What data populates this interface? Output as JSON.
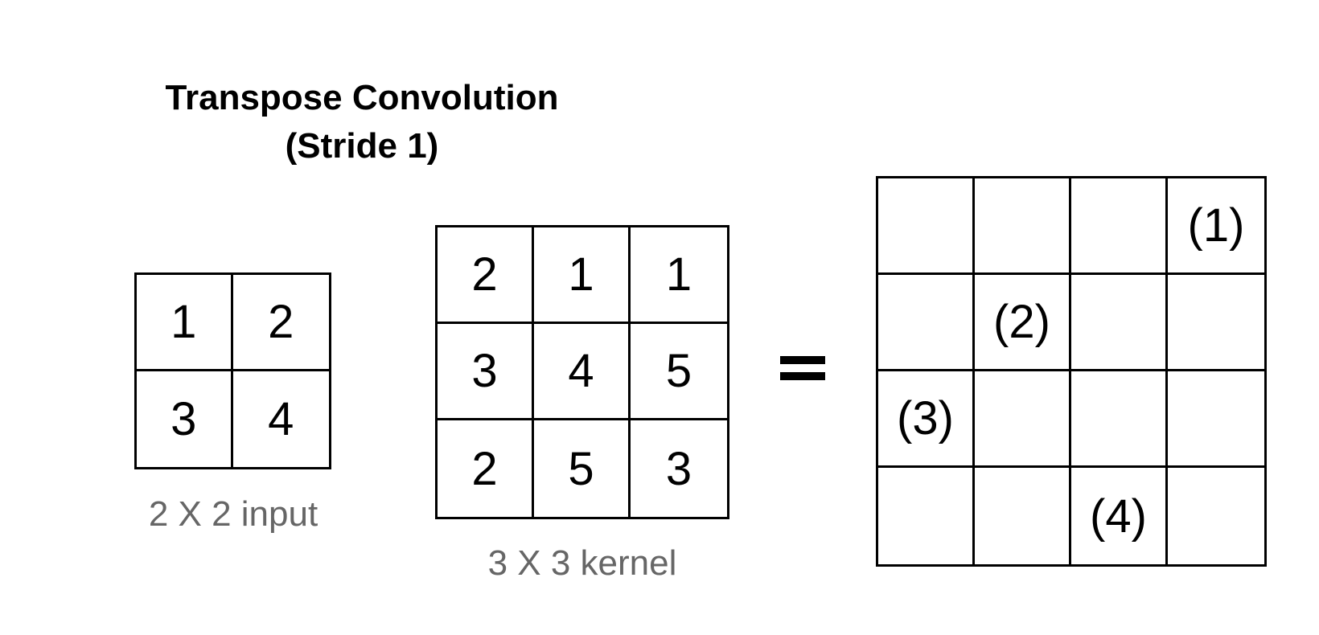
{
  "title": {
    "line1": "Transpose Convolution",
    "line2": "(Stride 1)"
  },
  "input": {
    "caption": "2 X 2 input",
    "cells": [
      "1",
      "2",
      "3",
      "4"
    ]
  },
  "kernel": {
    "caption": "3 X 3 kernel",
    "cells": [
      "2",
      "1",
      "1",
      "3",
      "4",
      "5",
      "2",
      "5",
      "3"
    ]
  },
  "output": {
    "cells": [
      "",
      "",
      "",
      "(1)",
      "",
      "(2)",
      "",
      "",
      "(3)",
      "",
      "",
      "",
      "",
      "",
      "(4)",
      ""
    ]
  }
}
